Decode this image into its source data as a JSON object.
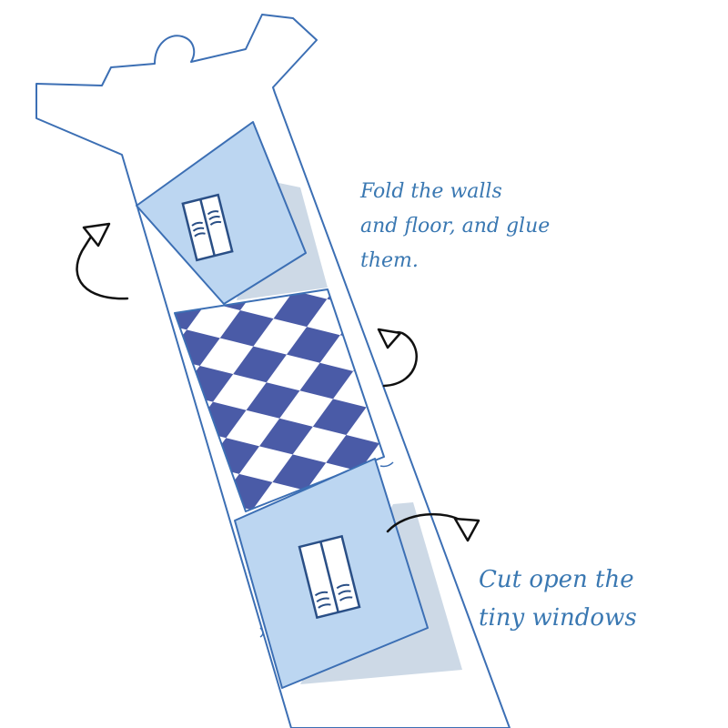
{
  "instructions": {
    "fold": {
      "lines": [
        "Fold the walls",
        "and floor, and glue",
        "them."
      ]
    },
    "cut": {
      "lines": [
        "Cut open the",
        "tiny windows"
      ]
    }
  },
  "colors": {
    "outline": "#3c6fb4",
    "wall_fill": "#bcd6f1",
    "shadow": "#cdd9e6",
    "tile_dark": "#4a5ba7",
    "tile_light": "#ffffff",
    "arrow": "#111111",
    "text": "#3a78b2"
  },
  "icons": [
    "window-icon",
    "fold-arrow-icon",
    "cut-arrow-icon"
  ]
}
